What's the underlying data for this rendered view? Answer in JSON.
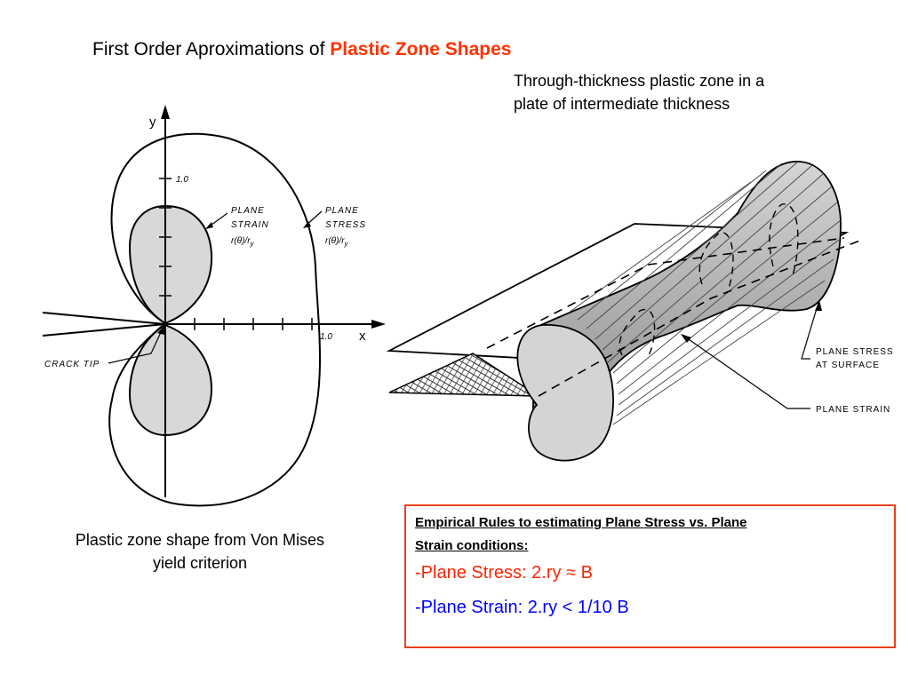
{
  "title": {
    "prefix": "First Order Aproximations of ",
    "highlight": "Plastic Zone Shapes"
  },
  "subtitle": {
    "line1": "Through-thickness plastic zone in a",
    "line2": "plate of intermediate thickness"
  },
  "left_diagram": {
    "y_axis": "y",
    "x_axis": "x",
    "y_tick": "1.0",
    "x_tick": "1.0",
    "plane_strain": {
      "line1": "PLANE",
      "line2": "STRAIN",
      "formula": "r(θ)/r"
    },
    "plane_stress": {
      "line1": "PLANE",
      "line2": "STRESS",
      "formula": "r(θ)/r"
    },
    "subscript": "y",
    "crack_tip": "CRACK TIP"
  },
  "right_diagram": {
    "stress_label": {
      "line1": "PLANE STRESS",
      "line2": "AT SURFACE"
    },
    "strain_label": "PLANE STRAIN"
  },
  "caption_left": {
    "line1": "Plastic zone shape from Von Mises",
    "line2": "yield criterion"
  },
  "rules": {
    "heading_line1": "Empirical Rules to estimating Plane Stress vs. Plane",
    "heading_line2": "Strain conditions:",
    "rule_stress": "-Plane Stress: 2.ry ≈ B",
    "rule_strain": "-Plane Strain: 2.ry < 1/10 B"
  },
  "colors": {
    "highlight": "#ff3300",
    "box_border": "#e8401c",
    "stress_rule": "#ff2200",
    "strain_rule": "#0000ff"
  }
}
